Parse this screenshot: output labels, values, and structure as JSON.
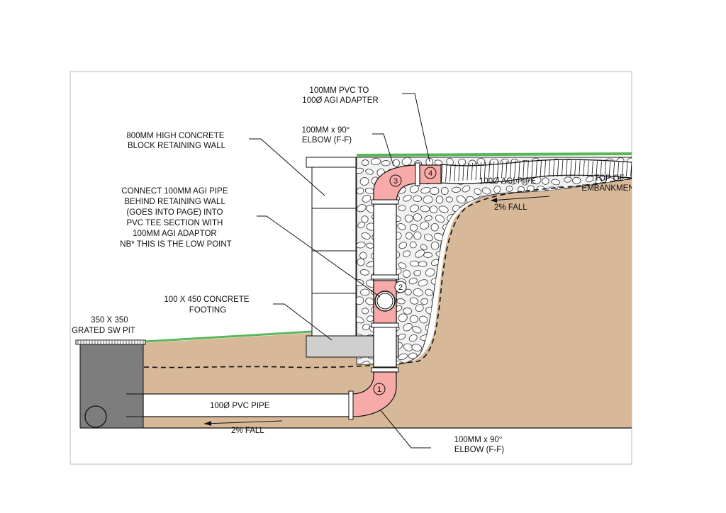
{
  "colors": {
    "soil": "#d7b999",
    "grass": "#58b75a",
    "pipe_fitting": "#f7aaa8",
    "pit": "#7d7d7d",
    "footing": "#cfcfcf",
    "gravel_fill": "#f2f2f2"
  },
  "labels": {
    "pvc_adapter": [
      "100MM PVC TO",
      "100Ø AGI ADAPTER"
    ],
    "elbow_top": [
      "100MM x 90°",
      "ELBOW (F-F)"
    ],
    "retaining_wall": [
      "800MM HIGH CONCRETE",
      "BLOCK RETAINING WALL"
    ],
    "connect_note": [
      "CONNECT 100MM AGI PIPE",
      "BEHIND RETAINING WALL",
      "(GOES INTO PAGE) INTO",
      "PVC TEE SECTION WITH",
      "100MM AGI ADAPTOR",
      "NB* THIS IS THE LOW POINT"
    ],
    "footing": [
      "100 X 450 CONCRETE",
      "FOOTING"
    ],
    "sw_pit": [
      "350 X 350",
      "GRATED SW PIT"
    ],
    "agi_pipe": "100Ø AGI PIPE",
    "top_of_embankment": [
      "TOP OF",
      "EMBANKMENT"
    ],
    "fall_top": "2% FALL",
    "pvc_pipe": "100Ø PVC PIPE",
    "fall_bottom": "2% FALL",
    "elbow_bottom": [
      "100MM x 90°",
      "ELBOW (F-F)"
    ]
  },
  "fitting_numbers": [
    "1",
    "2",
    "3",
    "4"
  ]
}
